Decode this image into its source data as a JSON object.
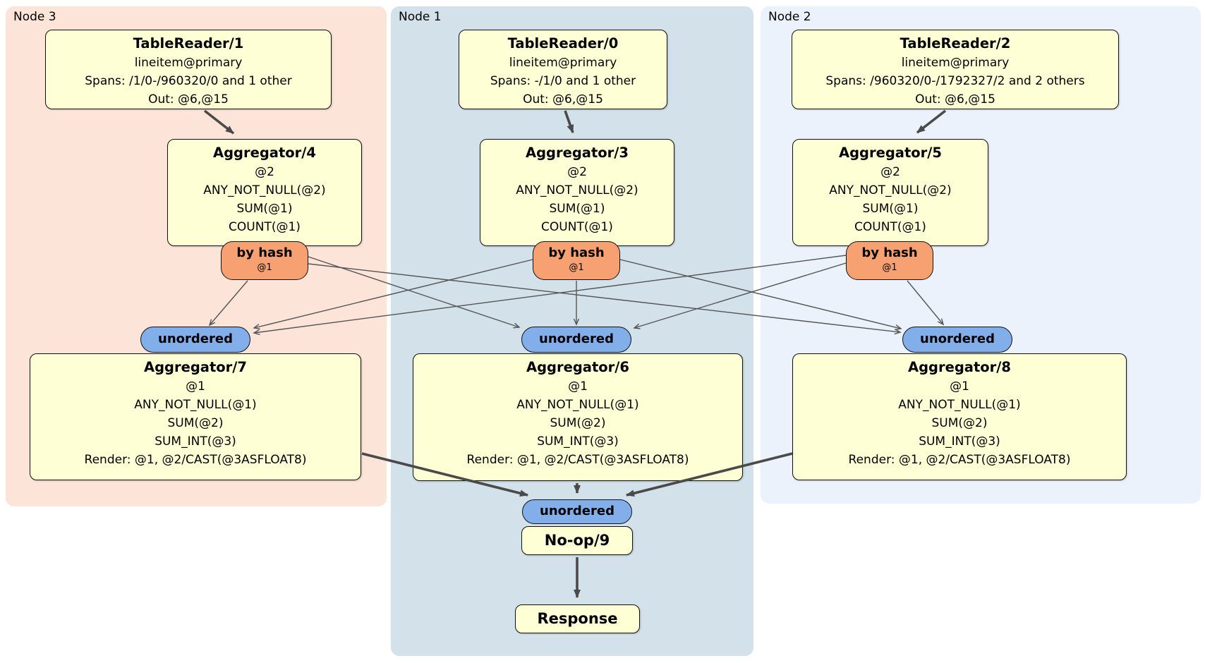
{
  "diagram": {
    "regions": [
      {
        "label": "Node 3"
      },
      {
        "label": "Node 1"
      },
      {
        "label": "Node 2"
      }
    ],
    "router_label": "by hash",
    "router_sub": "@1",
    "sync_label": "unordered",
    "processors": {
      "tr1": {
        "title": "TableReader/1",
        "lines": [
          "lineitem@primary",
          "Spans: /1/0-/960320/0 and 1 other",
          "Out: @6,@15"
        ]
      },
      "tr0": {
        "title": "TableReader/0",
        "lines": [
          "lineitem@primary",
          "Spans: -/1/0 and 1 other",
          "Out: @6,@15"
        ]
      },
      "tr2": {
        "title": "TableReader/2",
        "lines": [
          "lineitem@primary",
          "Spans: /960320/0-/1792327/2 and 2 others",
          "Out: @6,@15"
        ]
      },
      "agg4": {
        "title": "Aggregator/4",
        "lines": [
          "@2",
          "ANY_NOT_NULL(@2)",
          "SUM(@1)",
          "COUNT(@1)"
        ]
      },
      "agg3": {
        "title": "Aggregator/3",
        "lines": [
          "@2",
          "ANY_NOT_NULL(@2)",
          "SUM(@1)",
          "COUNT(@1)"
        ]
      },
      "agg5": {
        "title": "Aggregator/5",
        "lines": [
          "@2",
          "ANY_NOT_NULL(@2)",
          "SUM(@1)",
          "COUNT(@1)"
        ]
      },
      "agg7": {
        "title": "Aggregator/7",
        "lines": [
          "@1",
          "ANY_NOT_NULL(@1)",
          "SUM(@2)",
          "SUM_INT(@3)",
          "Render: @1, @2/CAST(@3ASFLOAT8)"
        ]
      },
      "agg6": {
        "title": "Aggregator/6",
        "lines": [
          "@1",
          "ANY_NOT_NULL(@1)",
          "SUM(@2)",
          "SUM_INT(@3)",
          "Render: @1, @2/CAST(@3ASFLOAT8)"
        ]
      },
      "agg8": {
        "title": "Aggregator/8",
        "lines": [
          "@1",
          "ANY_NOT_NULL(@1)",
          "SUM(@2)",
          "SUM_INT(@3)",
          "Render: @1, @2/CAST(@3ASFLOAT8)"
        ]
      },
      "noop9": {
        "title": "No-op/9"
      },
      "response": {
        "title": "Response"
      }
    },
    "colors": {
      "node3_bg": "#fce4d8",
      "node1_bg": "#d2e1ea",
      "node2_bg": "#ecf2fb",
      "processor_bg": "#ffffd6",
      "router_bg": "#f7a173",
      "sync_bg": "#82aeea",
      "edge": "#4a4a4a"
    }
  }
}
